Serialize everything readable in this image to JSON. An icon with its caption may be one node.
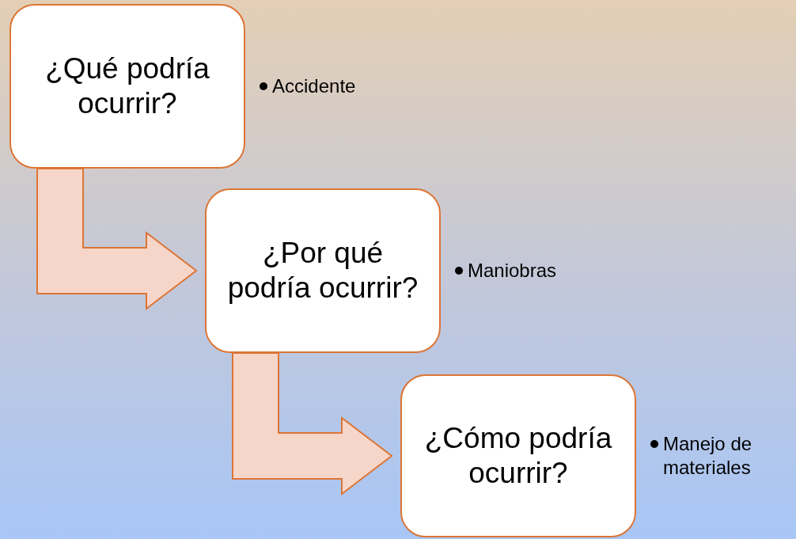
{
  "diagram": {
    "nodes": [
      {
        "text": [
          "¿Qué podría ocurrir?"
        ],
        "beside": [
          "Accidente"
        ]
      },
      {
        "text": [
          "¿Por qué podría ocurrir?"
        ],
        "beside": [
          "Maniobras"
        ]
      },
      {
        "text": [
          "¿Cómo podría ocurrir?"
        ],
        "beside": [
          "Manejo de materiales"
        ]
      }
    ],
    "edges": [
      {
        "from": 0,
        "to": 1,
        "arrow": "to",
        "style": "thick"
      },
      {
        "from": 1,
        "to": 2,
        "arrow": "to",
        "style": "thick"
      }
    ]
  }
}
